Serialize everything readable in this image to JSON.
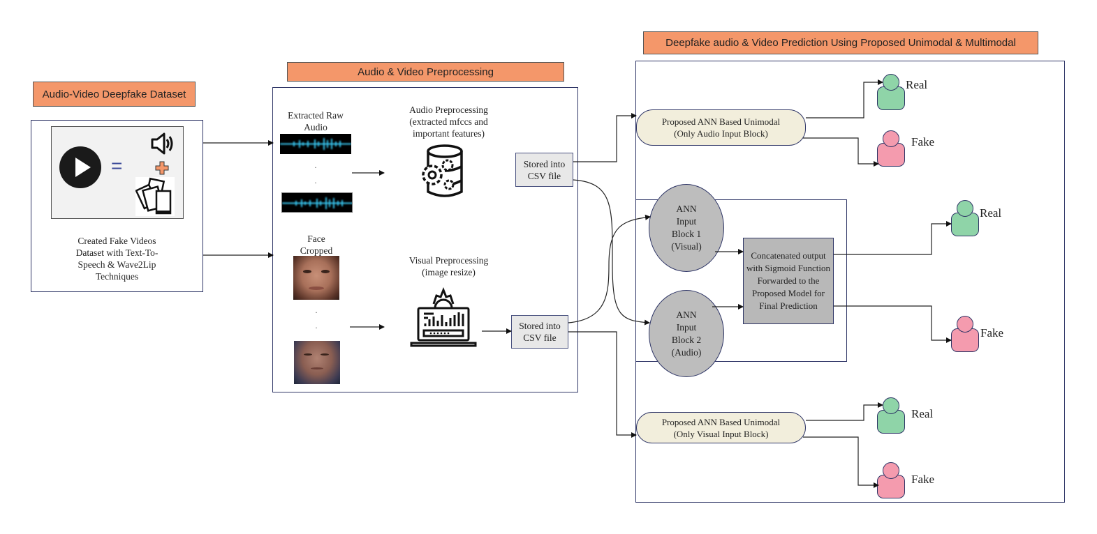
{
  "sections": {
    "dataset": {
      "header": "Audio-Video Deepfake Dataset",
      "description": "Created Fake Videos Dataset with Text-To-Speech & Wave2Lip Techniques",
      "equals_symbol": "=",
      "plus_symbol": "+",
      "icons": [
        "play-icon",
        "speaker-icon",
        "image-stack-icon"
      ]
    },
    "preprocessing": {
      "header": "Audio & Video Preprocessing",
      "raw_audio_label": "Extracted Raw Audio",
      "face_label": "Face Cropped",
      "audio_preprocessing_label": "Audio Preprocessing (extracted mfccs and important features)",
      "visual_preprocessing_label": "Visual Preprocessing (image resize)",
      "audio_csv": "Stored into CSV file",
      "visual_csv": "Stored into CSV file",
      "ellipsis": "."
    },
    "prediction": {
      "header": "Deepfake audio & Video Prediction Using Proposed Unimodal & Multimodal",
      "audio_unimodal": "Proposed ANN Based Unimodal (Only Audio Input Block)",
      "visual_unimodal": "Proposed ANN Based Unimodal (Only Visual Input Block)",
      "ann_block_1": "ANN Input Block 1 (Visual)",
      "ann_block_2": "ANN Input Block 2 (Audio)",
      "concat": "Concatenated output with Sigmoid Function Forwarded to the Proposed Model for Final Prediction",
      "outputs": {
        "audio_real": "Real",
        "audio_fake": "Fake",
        "multi_real": "Real",
        "multi_fake": "Fake",
        "visual_real": "Real",
        "visual_fake": "Fake"
      }
    }
  },
  "colors": {
    "header_fill": "#f4976a",
    "panel_border": "#2e3566",
    "pill_fill": "#f2eedc",
    "ann_fill": "#bdbdbd",
    "real_fill": "#8fd4a8",
    "fake_fill": "#f49bae",
    "csv_fill": "#e8e8e8"
  }
}
